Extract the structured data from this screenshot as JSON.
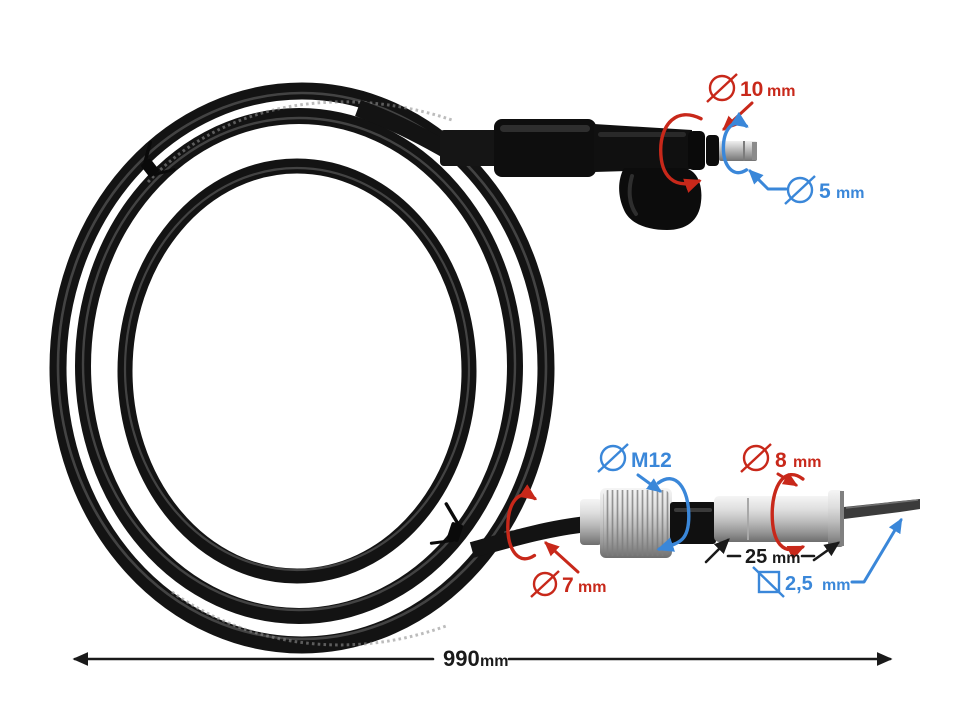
{
  "figure": {
    "kind": "product-photo-with-dimension-annotations",
    "subject": "speedometer-cable",
    "background": "#ffffff"
  },
  "colors": {
    "annotation_red": "#c8281a",
    "annotation_blue": "#3a87d9",
    "dimension_black": "#1a1a1a",
    "cable_black": "#131313",
    "metal_light": "#f2f2f2",
    "metal_dark": "#6e6e6e"
  },
  "annotations": {
    "dia10": {
      "symbol": "diameter",
      "value": "10",
      "unit": "mm",
      "color": "red"
    },
    "dia5": {
      "symbol": "diameter",
      "value": "5",
      "unit": "mm",
      "color": "blue"
    },
    "m12": {
      "symbol": "diameter",
      "value": "M12",
      "unit": "",
      "color": "blue"
    },
    "dia8": {
      "symbol": "diameter",
      "value": "8",
      "unit": "mm",
      "color": "red"
    },
    "len25": {
      "symbol": "none",
      "value": "25",
      "unit": "mm",
      "color": "black"
    },
    "dia7": {
      "symbol": "diameter",
      "value": "7",
      "unit": "mm",
      "color": "red"
    },
    "sq25": {
      "symbol": "square",
      "value": "2,5",
      "unit": "mm",
      "color": "blue"
    },
    "total": {
      "symbol": "none",
      "value": "990",
      "unit": "mm",
      "color": "black"
    }
  }
}
